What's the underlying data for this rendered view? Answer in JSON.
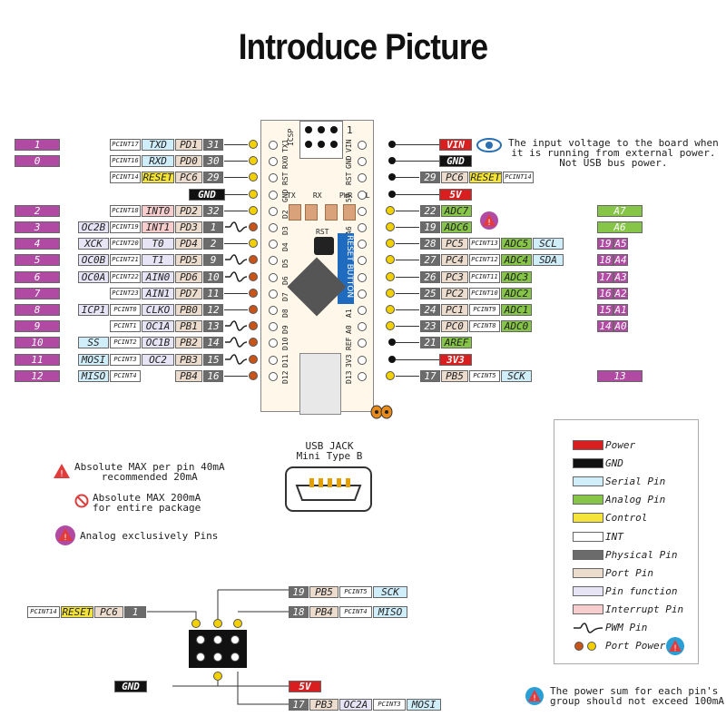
{
  "title": "Introduce Picture",
  "colors": {
    "power": "#d81e1e",
    "gnd": "#111111",
    "serial": "#cfeefa",
    "analog": "#86c548",
    "control": "#f4e43a",
    "int": "#ffffff",
    "physical": "#6b6b6b",
    "port": "#ecdcce",
    "function": "#e7e4f6",
    "interrupt": "#f7cdcd",
    "arduino": "#b04aa3",
    "pwm": "#222222"
  },
  "left_pins": [
    {
      "ard": "1",
      "pcint": "PCINT17",
      "func": "TXD",
      "fc": "serial",
      "port": "PD1",
      "phys": "31",
      "dot": "y"
    },
    {
      "ard": "0",
      "pcint": "PCINT16",
      "func": "RXD",
      "fc": "serial",
      "port": "PD0",
      "phys": "30",
      "dot": "y"
    },
    {
      "ard": "",
      "pcint": "PCINT14",
      "func": "RESET",
      "fc": "control",
      "port": "PC6",
      "phys": "29",
      "dot": "y"
    },
    {
      "ard": "",
      "pcint": "",
      "func": "",
      "fc": "",
      "port": "",
      "phys": "",
      "gnd": "GND",
      "dot": "y"
    },
    {
      "ard": "2",
      "pcint": "PCINT18",
      "func": "INT0",
      "fc": "interrupt",
      "port": "PD2",
      "phys": "32",
      "dot": "y"
    },
    {
      "ard": "3",
      "pre": "OC2B",
      "pcint": "PCINT19",
      "func": "INT1",
      "fc": "interrupt",
      "port": "PD3",
      "phys": "1",
      "dot": "o",
      "pwm": true
    },
    {
      "ard": "4",
      "pre": "XCK",
      "pcint": "PCINT20",
      "func": "T0",
      "fc": "function",
      "port": "PD4",
      "phys": "2",
      "dot": "y"
    },
    {
      "ard": "5",
      "pre": "OC0B",
      "pcint": "PCINT21",
      "func": "T1",
      "fc": "function",
      "port": "PD5",
      "phys": "9",
      "dot": "o",
      "pwm": true
    },
    {
      "ard": "6",
      "pre": "OC0A",
      "pcint": "PCINT22",
      "func": "AIN0",
      "fc": "function",
      "port": "PD6",
      "phys": "10",
      "dot": "o",
      "pwm": true
    },
    {
      "ard": "7",
      "pcint": "PCINT23",
      "func": "AIN1",
      "fc": "function",
      "port": "PD7",
      "phys": "11",
      "dot": "o"
    },
    {
      "ard": "8",
      "pre": "ICP1",
      "pcint": "PCINT0",
      "func": "CLKO",
      "fc": "function",
      "port": "PB0",
      "phys": "12",
      "dot": "o"
    },
    {
      "ard": "9",
      "pcint": "PCINT1",
      "func": "OC1A",
      "fc": "function",
      "port": "PB1",
      "phys": "13",
      "dot": "o",
      "pwm": true
    },
    {
      "ard": "10",
      "pre": "SS",
      "prec": "serial",
      "pcint": "PCINT2",
      "func": "OC1B",
      "fc": "function",
      "port": "PB2",
      "phys": "14",
      "dot": "o",
      "pwm": true
    },
    {
      "ard": "11",
      "pre": "MOSI",
      "prec": "serial",
      "pcint": "PCINT3",
      "func": "OC2",
      "fc": "function",
      "port": "PB3",
      "phys": "15",
      "dot": "o",
      "pwm": true
    },
    {
      "ard": "12",
      "pre": "MISO",
      "prec": "serial",
      "pcint": "PCINT4",
      "func": "",
      "fc": "",
      "port": "PB4",
      "phys": "16",
      "dot": "o"
    }
  ],
  "right_pins": [
    {
      "pwr": "VIN",
      "dot": "d"
    },
    {
      "gnd": "GND",
      "dot": "d"
    },
    {
      "phys": "29",
      "port": "PC6",
      "func": "RESET",
      "fc": "control",
      "pcint": "PCINT14",
      "dot": "d"
    },
    {
      "pwr": "5V",
      "dot": "d"
    },
    {
      "phys": "22",
      "func": "ADC7",
      "fc": "analog",
      "dot": "y",
      "ard": "A7",
      "warn": true
    },
    {
      "phys": "19",
      "func": "ADC6",
      "fc": "analog",
      "dot": "y",
      "ard": "A6"
    },
    {
      "phys": "28",
      "port": "PC5",
      "pcint": "PCINT13",
      "func": "ADC5",
      "fc": "analog",
      "extra": "SCL",
      "ard": "19",
      "ard2": "A5",
      "dot": "y"
    },
    {
      "phys": "27",
      "port": "PC4",
      "pcint": "PCINT12",
      "func": "ADC4",
      "fc": "analog",
      "extra": "SDA",
      "ard": "18",
      "ard2": "A4",
      "dot": "y"
    },
    {
      "phys": "26",
      "port": "PC3",
      "pcint": "PCINT11",
      "func": "ADC3",
      "fc": "analog",
      "ard": "17",
      "ard2": "A3",
      "dot": "y"
    },
    {
      "phys": "25",
      "port": "PC2",
      "pcint": "PCINT10",
      "func": "ADC2",
      "fc": "analog",
      "ard": "16",
      "ard2": "A2",
      "dot": "y"
    },
    {
      "phys": "24",
      "port": "PC1",
      "pcint": "PCINT9",
      "func": "ADC1",
      "fc": "analog",
      "ard": "15",
      "ard2": "A1",
      "dot": "y"
    },
    {
      "phys": "23",
      "port": "PC0",
      "pcint": "PCINT8",
      "func": "ADC0",
      "fc": "analog",
      "ard": "14",
      "ard2": "A0",
      "dot": "y"
    },
    {
      "phys": "21",
      "func": "AREF",
      "fc": "analog",
      "dot": "d"
    },
    {
      "pwr": "3V3",
      "dot": "d"
    },
    {
      "phys": "17",
      "port": "PB5",
      "pcint": "PCINT5",
      "func": "SCK",
      "fc": "serial",
      "ard": "13",
      "dot": "y"
    }
  ],
  "board": {
    "icsp": "ICSP",
    "icsp_num": "1",
    "left_labels": [
      "TX1",
      "RX0",
      "RST",
      "GND",
      "D2",
      "D3",
      "D4",
      "D5",
      "D6",
      "D7",
      "D8",
      "D9",
      "D10",
      "D11",
      "D12"
    ],
    "right_labels": [
      "VIN",
      "GND",
      "RST",
      "5V",
      "A7",
      "A6",
      "A5",
      "A4",
      "A3",
      "A2",
      "A1",
      "A0",
      "REF",
      "3V3",
      "D13"
    ],
    "leds": [
      "TX",
      "RX",
      "PWR",
      "L"
    ],
    "rst": "RST",
    "reset_button": "RESET BUTTON"
  },
  "vin_note": [
    "The input voltage to the board when",
    "it is running from external power.",
    "Not USB bus power."
  ],
  "usb": {
    "line1": "USB JACK",
    "line2": "Mini Type B"
  },
  "notes": {
    "max_pin": [
      "Absolute MAX per pin 40mA",
      "recommended 20mA"
    ],
    "max_pkg": [
      "Absolute MAX 200mA",
      "for entire package"
    ],
    "analog": "Analog exclusively Pins",
    "sum": [
      "The power sum for each pin's",
      "group should not exceed 100mA"
    ]
  },
  "legend": [
    {
      "label": "Power",
      "c": "power"
    },
    {
      "label": "GND",
      "c": "gnd"
    },
    {
      "label": "Serial Pin",
      "c": "serial"
    },
    {
      "label": "Analog Pin",
      "c": "analog"
    },
    {
      "label": "Control",
      "c": "control"
    },
    {
      "label": "INT",
      "c": "int"
    },
    {
      "label": "Physical Pin",
      "c": "physical"
    },
    {
      "label": "Port Pin",
      "c": "port"
    },
    {
      "label": "Pin function",
      "c": "function"
    },
    {
      "label": "Interrupt Pin",
      "c": "interrupt"
    },
    {
      "label": "PWM Pin",
      "c": "pwm"
    },
    {
      "label": "Port Power",
      "c": "power"
    }
  ],
  "header": {
    "left": {
      "pcint": "PCINT14",
      "func": "RESET",
      "port": "PC6",
      "phys": "1"
    },
    "right": [
      {
        "phys": "19",
        "port": "PB5",
        "pcint": "PCINT5",
        "func": "SCK"
      },
      {
        "phys": "18",
        "port": "PB4",
        "pcint": "PCINT4",
        "func": "MISO"
      },
      {
        "phys": "17",
        "port": "PB3",
        "func": "OC2A",
        "pcint": "PCINT3",
        "func2": "MOSI"
      }
    ],
    "gnd": "GND",
    "v5": "5V"
  }
}
